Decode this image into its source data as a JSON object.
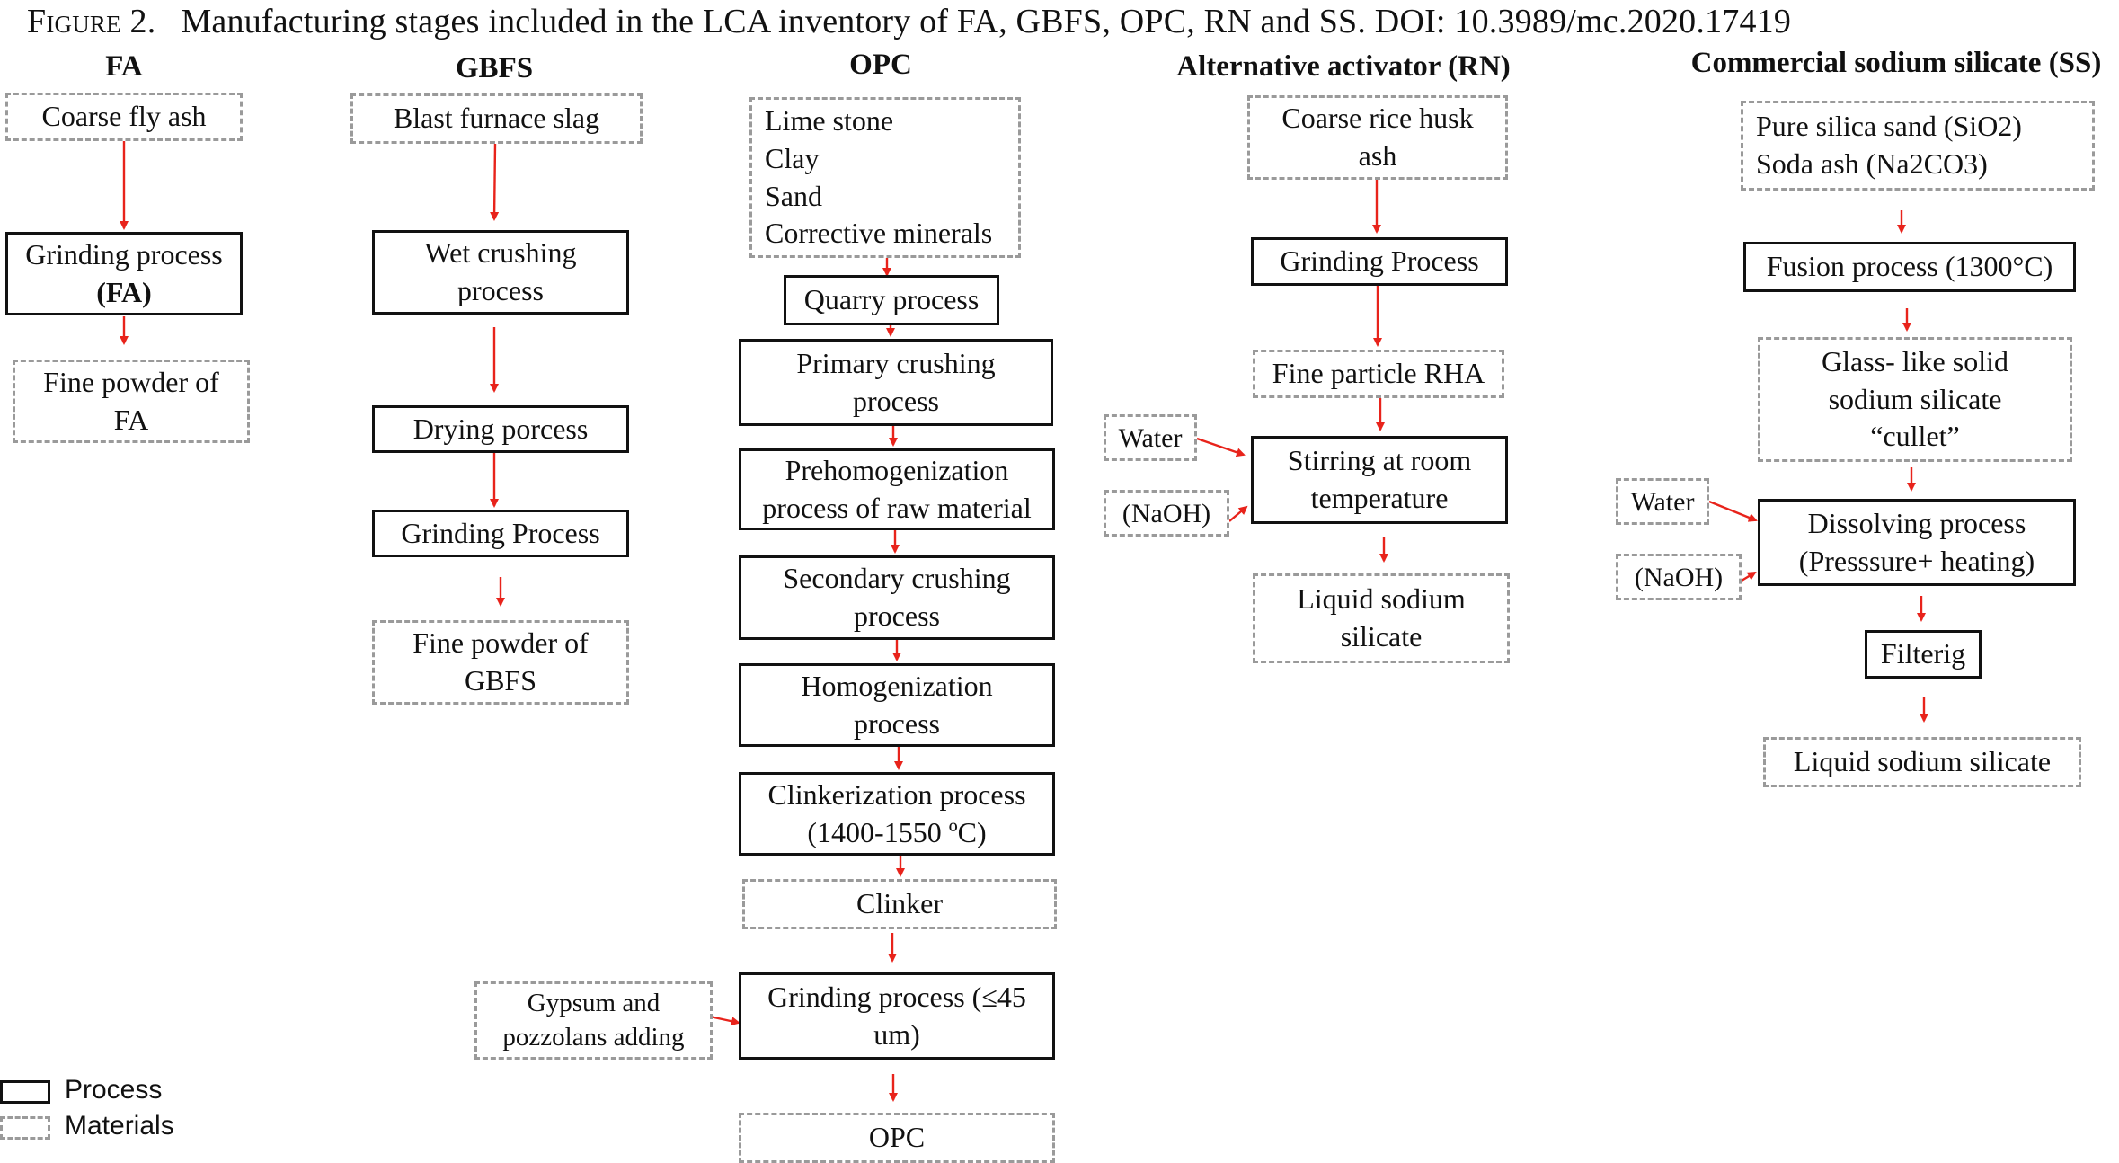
{
  "caption": {
    "figure_label": "Figure 2.",
    "text": "Manufacturing stages included in the LCA inventory of FA, GBFS, OPC, RN and SS. DOI: 10.3989/mc.2020.17419"
  },
  "columns": {
    "fa": {
      "title": "FA",
      "coarse": "Coarse fly ash",
      "grinding_line1": "Grinding process",
      "grinding_line2": "(FA)",
      "fine_line1": "Fine powder of",
      "fine_line2": "FA"
    },
    "gbfs": {
      "title": "GBFS",
      "slag": "Blast furnace slag",
      "wet_line1": "Wet crushing",
      "wet_line2": "process",
      "drying": "Drying porcess",
      "grinding": "Grinding Process",
      "fine_line1": "Fine powder of",
      "fine_line2": "GBFS"
    },
    "opc": {
      "title": "OPC",
      "raw1": "Lime stone",
      "raw2": "Clay",
      "raw3": "Sand",
      "raw4": "Corrective minerals",
      "quarry": "Quarry process",
      "primary_line1": "Primary crushing",
      "primary_line2": "process",
      "prehomog_line1": "Prehomogenization",
      "prehomog_line2": "process of raw material",
      "secondary_line1": "Secondary crushing",
      "secondary_line2": "process",
      "homog_line1": "Homogenization",
      "homog_line2": "process",
      "clinker_proc_line1": "Clinkerization process",
      "clinker_proc_line2": "(1400-1550 ºC)",
      "clinker": "Clinker",
      "gypsum_line1": "Gypsum and",
      "gypsum_line2": "pozzolans adding",
      "grinding_line1": "Grinding process (≤45",
      "grinding_line2": "um)",
      "opc": "OPC"
    },
    "rn": {
      "title": "Alternative activator (RN)",
      "rha_line1": "Coarse rice husk",
      "rha_line2": "ash",
      "grinding": "Grinding Process",
      "fine": "Fine particle RHA",
      "water": "Water",
      "naoh": "(NaOH)",
      "stirring_line1": "Stirring at room",
      "stirring_line2": "temperature",
      "liquid_line1": "Liquid  sodium",
      "liquid_line2": "silicate"
    },
    "ss": {
      "title": "Commercial sodium silicate (SS)",
      "raw1": "Pure silica  sand (SiO2)",
      "raw2": "Soda ash  (Na2CO3)",
      "fusion": "Fusion process (1300°C)",
      "glass_line1": "Glass- like solid",
      "glass_line2": "sodium silicate",
      "glass_line3": "“cullet”",
      "water": "Water",
      "naoh": "(NaOH)",
      "dissolving_line1": "Dissolving process",
      "dissolving_line2": "(Presssure+ heating)",
      "filtering": "Filterig",
      "liquid": "Liquid  sodium silicate"
    }
  },
  "legend": {
    "process": "Process",
    "materials": "Materials"
  },
  "colors": {
    "arrow": "#e8231b",
    "process_border": "#111111",
    "material_border": "#9a9a9a"
  }
}
